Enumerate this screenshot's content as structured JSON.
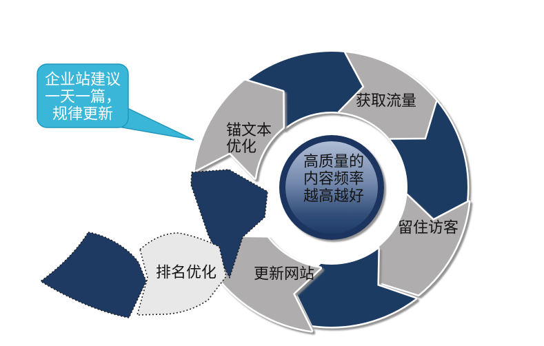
{
  "callout": {
    "text": "企业站建议\n一天一篇，\n规律更新"
  },
  "center_circle": {
    "text": "高质量的\n内容频率\n越高越好"
  },
  "segments": [
    {
      "id": "get-traffic",
      "label": "获取流量"
    },
    {
      "id": "retain-visitors",
      "label": "留住访客"
    },
    {
      "id": "update-website",
      "label": "更新网站"
    },
    {
      "id": "ranking-optimization",
      "label": "排名优化"
    },
    {
      "id": "anchor-text-optimization",
      "label": "锚文本\n优化"
    }
  ],
  "colors": {
    "navy": "#1F3A62",
    "gray": "#AFADAD",
    "light_gray": "#E9E8E8",
    "white_outline": "#FFFFFF",
    "shadow": "#8C8C8C",
    "dotted_border": "#1C1C1C",
    "callout_fill": "#3AB7D8",
    "callout_border": "#2196BC",
    "sphere_ring": "#1C3560",
    "sphere_top": "#AFBDD5",
    "sphere_mid": "#33507C",
    "sphere_bottom": "#1E3A66",
    "text": "#141414",
    "callout_text": "#FFFFFF"
  }
}
